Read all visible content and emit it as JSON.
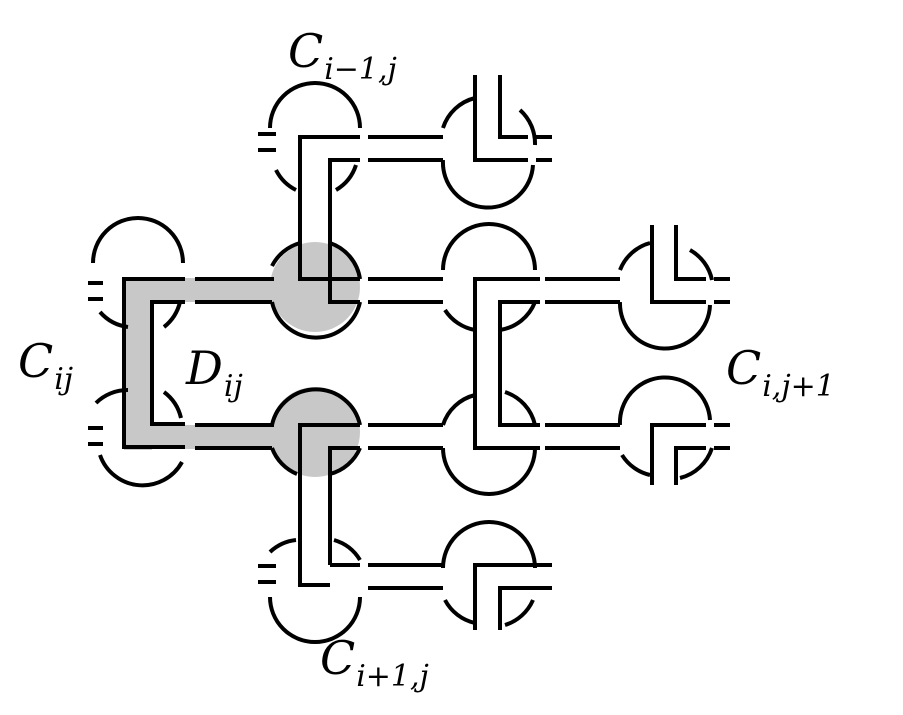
{
  "labels": {
    "c_prev": {
      "main": "C",
      "sub": "i−1,j"
    },
    "c_ij": {
      "main": "C",
      "sub": "ij"
    },
    "d_ij": {
      "main": "D",
      "sub": "ij"
    },
    "c_next_col": {
      "main": "C",
      "sub": "i,j+1"
    },
    "c_next_row": {
      "main": "C",
      "sub": "i+1,j"
    }
  },
  "colors": {
    "stroke": "#000000",
    "highlight": "#c8c8c8",
    "background": "#ffffff"
  }
}
